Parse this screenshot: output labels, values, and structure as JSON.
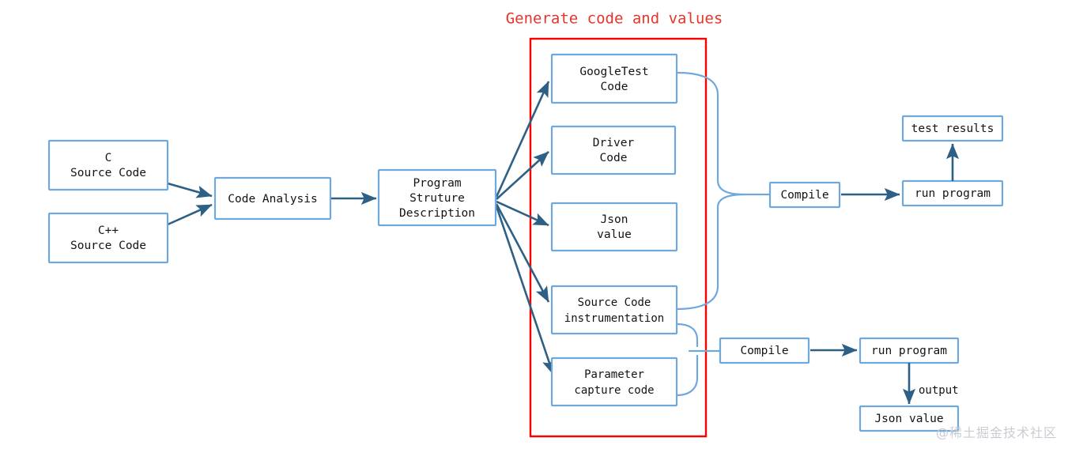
{
  "diagram": {
    "title": "Generate code and values",
    "watermark": "@稀土掘金技术社区",
    "colors": {
      "box_border": "#6fa8dc",
      "group_border": "#ff0000",
      "group_title": "#e8342a",
      "arrow": "#2e5f85",
      "connector": "#6fa8dc",
      "background": "#ffffff",
      "text": "#101418"
    },
    "nodes": {
      "c_source": {
        "line1": "C",
        "line2": "Source Code"
      },
      "cpp_source": {
        "line1": "C++",
        "line2": "Source Code"
      },
      "code_analysis": {
        "line1": "Code Analysis"
      },
      "program_structure": {
        "line1": "Program",
        "line2": "Struture",
        "line3": "Description"
      },
      "googletest_code": {
        "line1": "GoogleTest",
        "line2": "Code"
      },
      "driver_code": {
        "line1": "Driver",
        "line2": "Code"
      },
      "json_value_group": {
        "line1": "Json",
        "line2": "value"
      },
      "source_instrumentation": {
        "line1": "Source Code",
        "line2": "instrumentation"
      },
      "parameter_capture": {
        "line1": "Parameter",
        "line2": "capture code"
      },
      "compile_top": {
        "line1": "Compile"
      },
      "run_program_top": {
        "line1": "run program"
      },
      "test_results": {
        "line1": "test results"
      },
      "compile_bottom": {
        "line1": "Compile"
      },
      "run_program_bottom": {
        "line1": "run program"
      },
      "json_value_output": {
        "line1": "Json value"
      }
    },
    "edge_labels": {
      "output": "output"
    }
  }
}
